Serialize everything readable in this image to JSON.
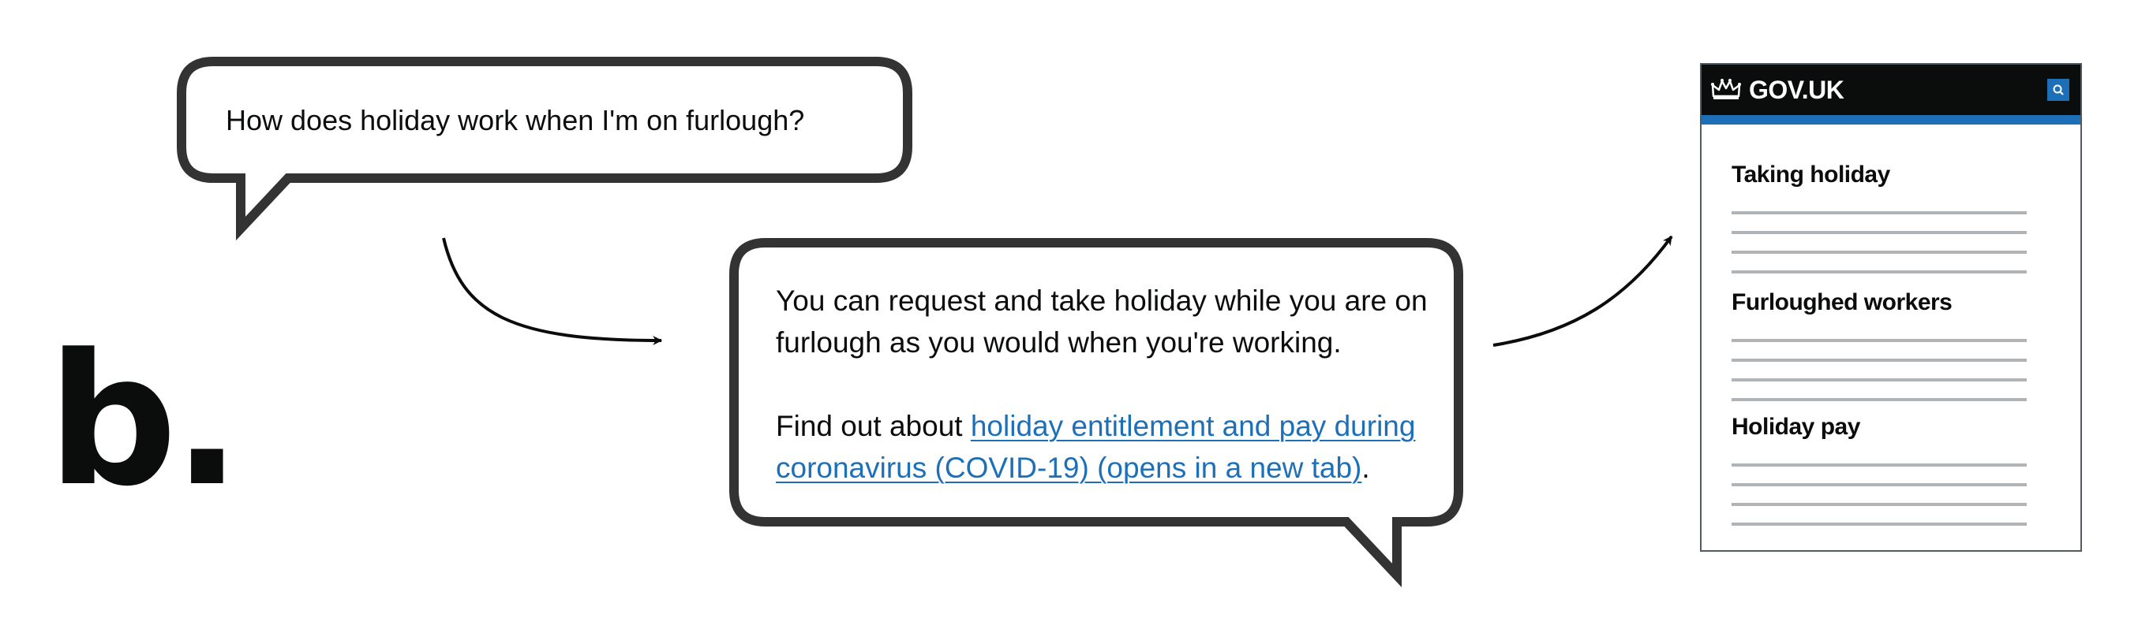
{
  "panel": {
    "letter": "b."
  },
  "question": {
    "text": "How does holiday work when I'm on furlough?"
  },
  "answer": {
    "paragraph1": "You can request and take holiday while you are on furlough as you would when you're working.",
    "paragraph2_prefix": "Find out about ",
    "link_text": "holiday entitlement and pay during coronavirus (COVID-19) (opens in a new tab)",
    "paragraph2_suffix": "."
  },
  "govuk_page": {
    "logo_text": "GOV.UK",
    "sections": [
      {
        "heading": "Taking holiday"
      },
      {
        "heading": "Furloughed workers"
      },
      {
        "heading": "Holiday pay"
      }
    ]
  },
  "colors": {
    "link": "#1d70b8",
    "header": "#0b0c0c",
    "accent_bar": "#1d70b8",
    "bubble_border": "#333333",
    "placeholder_lines": "#b1b4b6"
  },
  "icons": [
    "crown-icon",
    "search-icon",
    "arrow-icon"
  ]
}
